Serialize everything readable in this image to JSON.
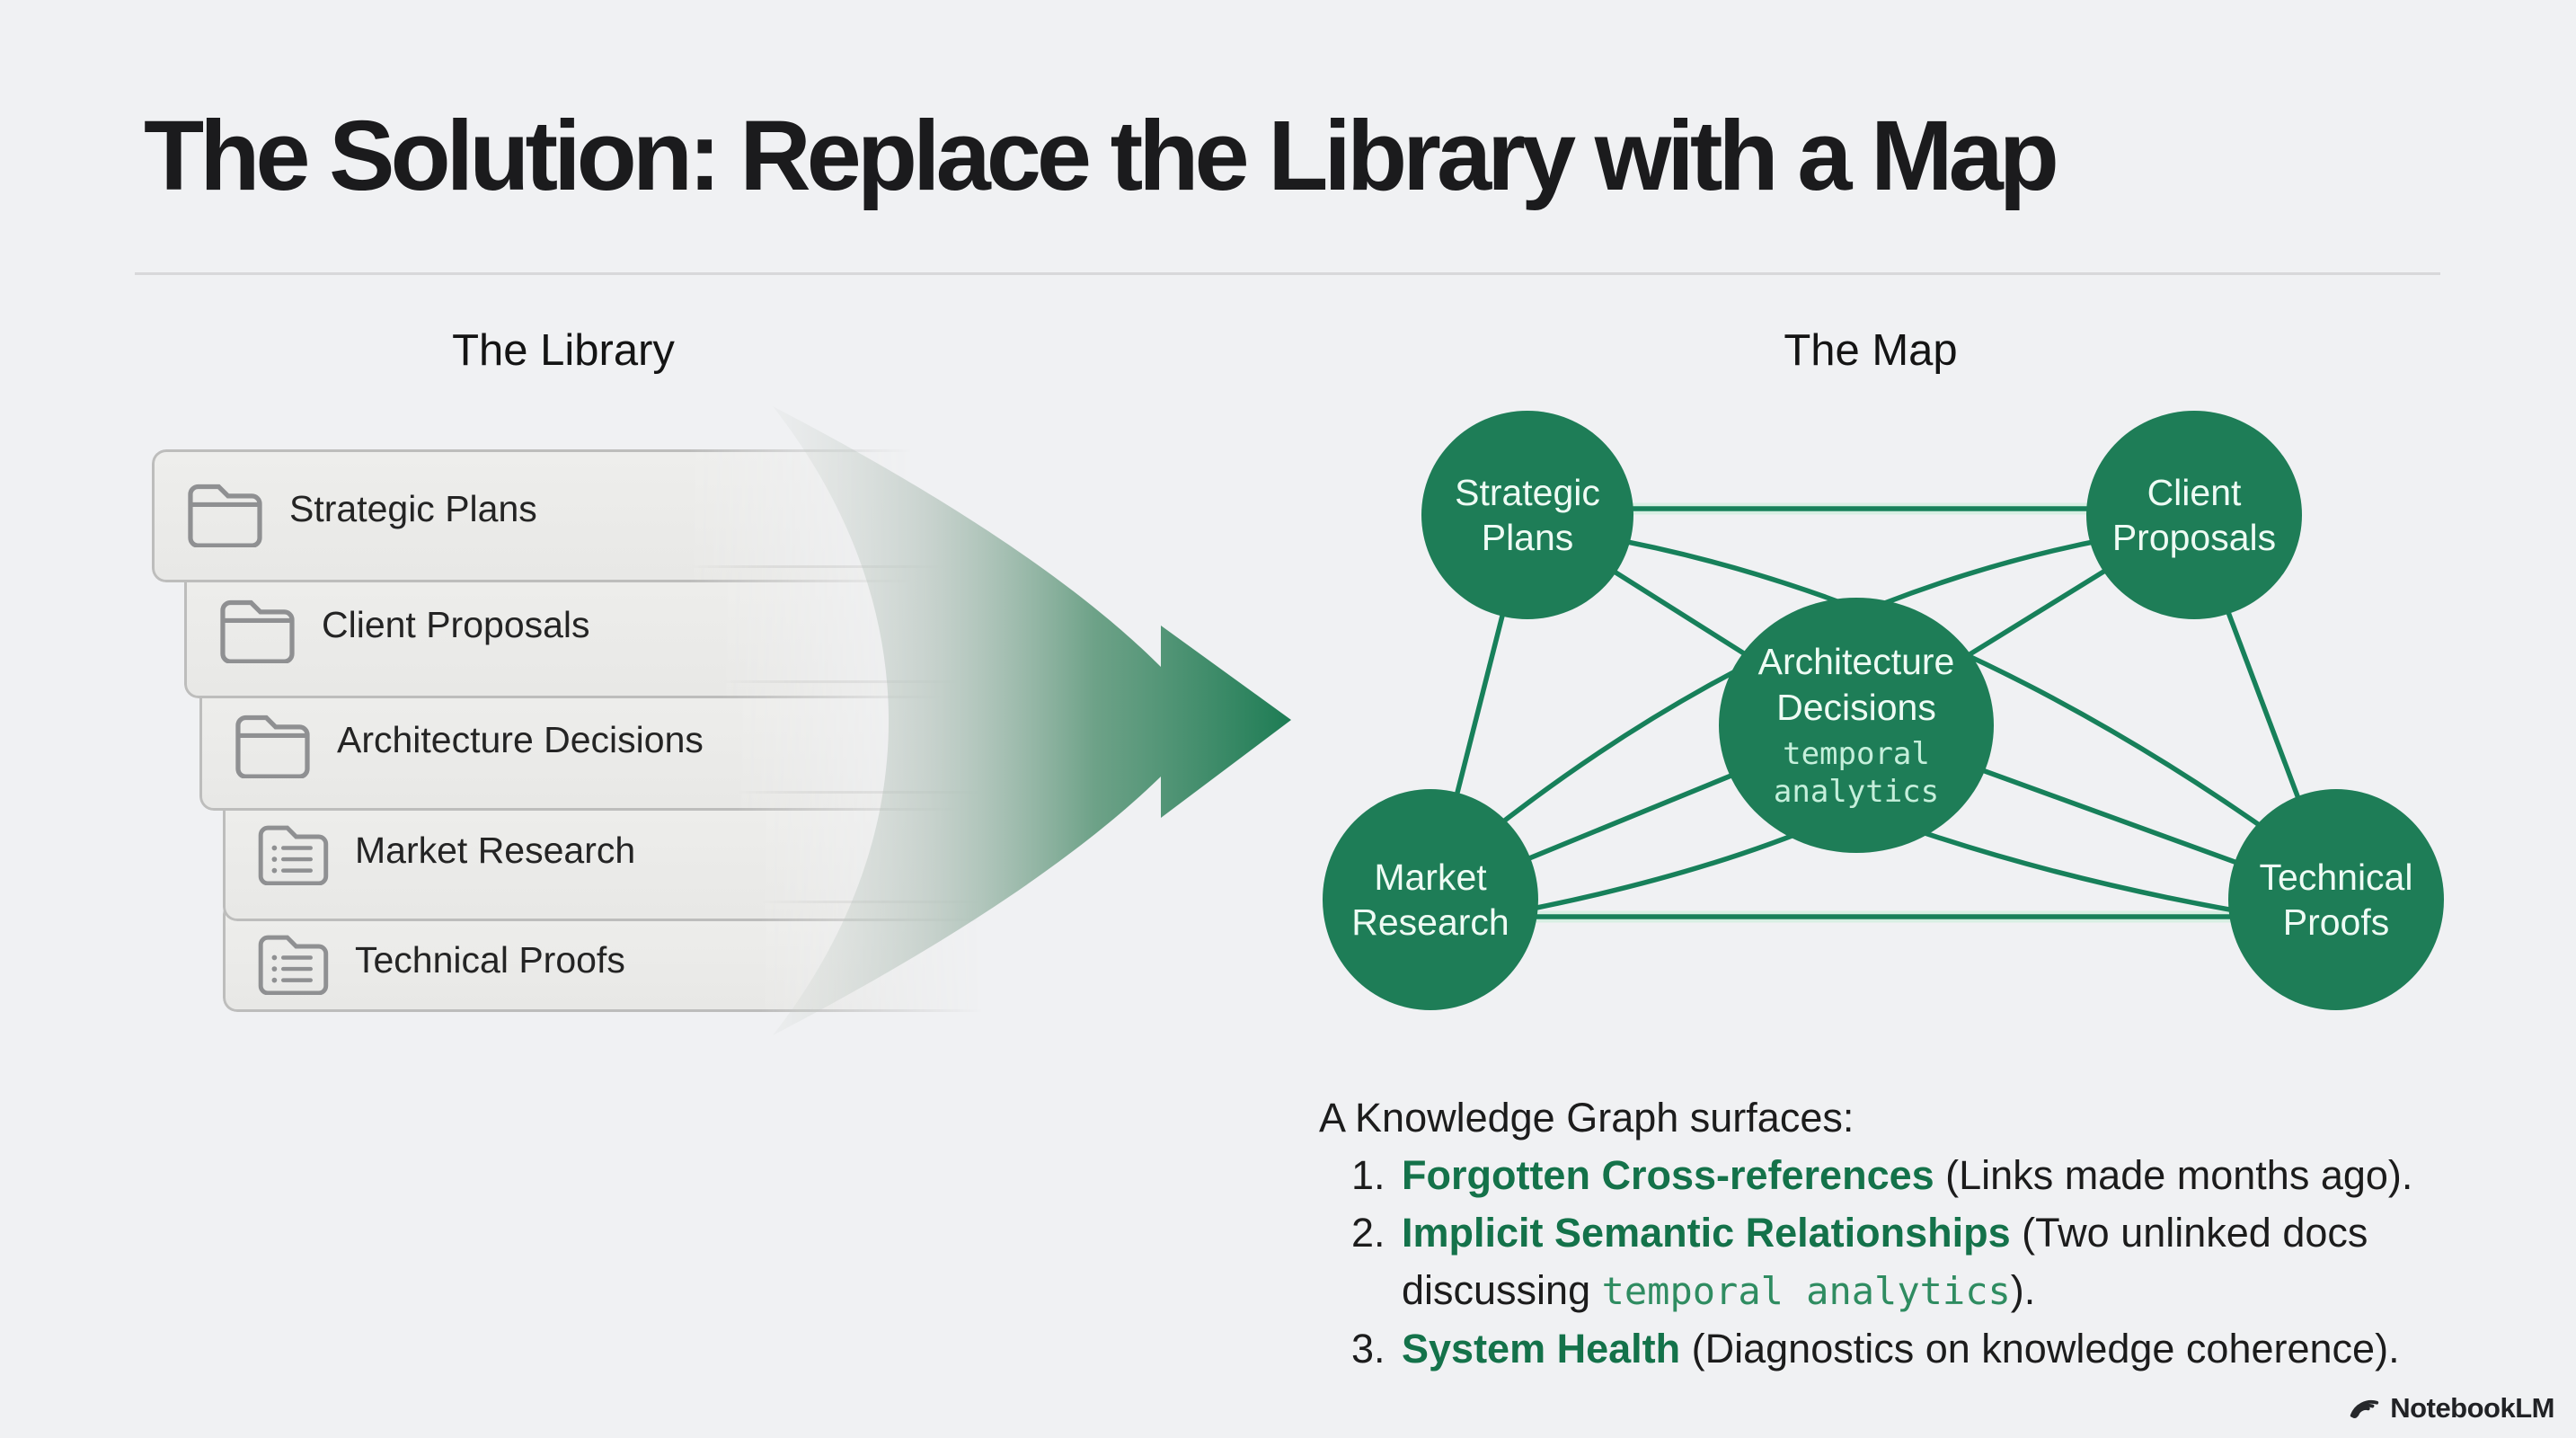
{
  "slide": {
    "title": "The Solution: Replace the Library with a Map",
    "background": "#f0f1f3"
  },
  "colors": {
    "node_green": "#1e7d57",
    "edge_green": "#17805a",
    "keyword_green": "#14724a",
    "code_green": "#2f8c61",
    "card_gray": "#eaeae8",
    "card_border": "#bdbdbc"
  },
  "library": {
    "heading": "The Library",
    "items": [
      {
        "label": "Strategic Plans",
        "icon": "folder-icon"
      },
      {
        "label": "Client Proposals",
        "icon": "folder-icon"
      },
      {
        "label": "Architecture Decisions",
        "icon": "folder-icon"
      },
      {
        "label": "Market Research",
        "icon": "folder-list-icon"
      },
      {
        "label": "Technical Proofs",
        "icon": "folder-list-icon"
      }
    ]
  },
  "map": {
    "heading": "The Map",
    "nodes": [
      {
        "id": "strategic-plans",
        "label": "Strategic Plans"
      },
      {
        "id": "client-proposals",
        "label": "Client Proposals"
      },
      {
        "id": "architecture-decisions",
        "label": "Architecture Decisions",
        "sublabel": "temporal analytics"
      },
      {
        "id": "market-research",
        "label": "Market Research"
      },
      {
        "id": "technical-proofs",
        "label": "Technical Proofs"
      }
    ],
    "edges": [
      [
        "strategic-plans",
        "client-proposals"
      ],
      [
        "strategic-plans",
        "architecture-decisions"
      ],
      [
        "strategic-plans",
        "market-research"
      ],
      [
        "strategic-plans",
        "technical-proofs"
      ],
      [
        "client-proposals",
        "architecture-decisions"
      ],
      [
        "client-proposals",
        "market-research"
      ],
      [
        "client-proposals",
        "technical-proofs"
      ],
      [
        "architecture-decisions",
        "market-research"
      ],
      [
        "architecture-decisions",
        "technical-proofs"
      ],
      [
        "market-research",
        "technical-proofs"
      ]
    ]
  },
  "knowledge_graph": {
    "intro": "A Knowledge Graph surfaces:",
    "items": [
      {
        "num": "1.",
        "keyword": "Forgotten Cross-references",
        "after": " (Links made months ago)."
      },
      {
        "num": "2.",
        "keyword": "Implicit Semantic Relationships",
        "after": " (Two unlinked docs",
        "line2_prefix": "discussing ",
        "code": "temporal analytics",
        "line2_suffix": ")."
      },
      {
        "num": "3.",
        "keyword": "System Health",
        "after": " (Diagnostics on knowledge coherence)."
      }
    ]
  },
  "footer": {
    "brand": "NotebookLM",
    "icon": "notebooklm-wave-icon"
  }
}
